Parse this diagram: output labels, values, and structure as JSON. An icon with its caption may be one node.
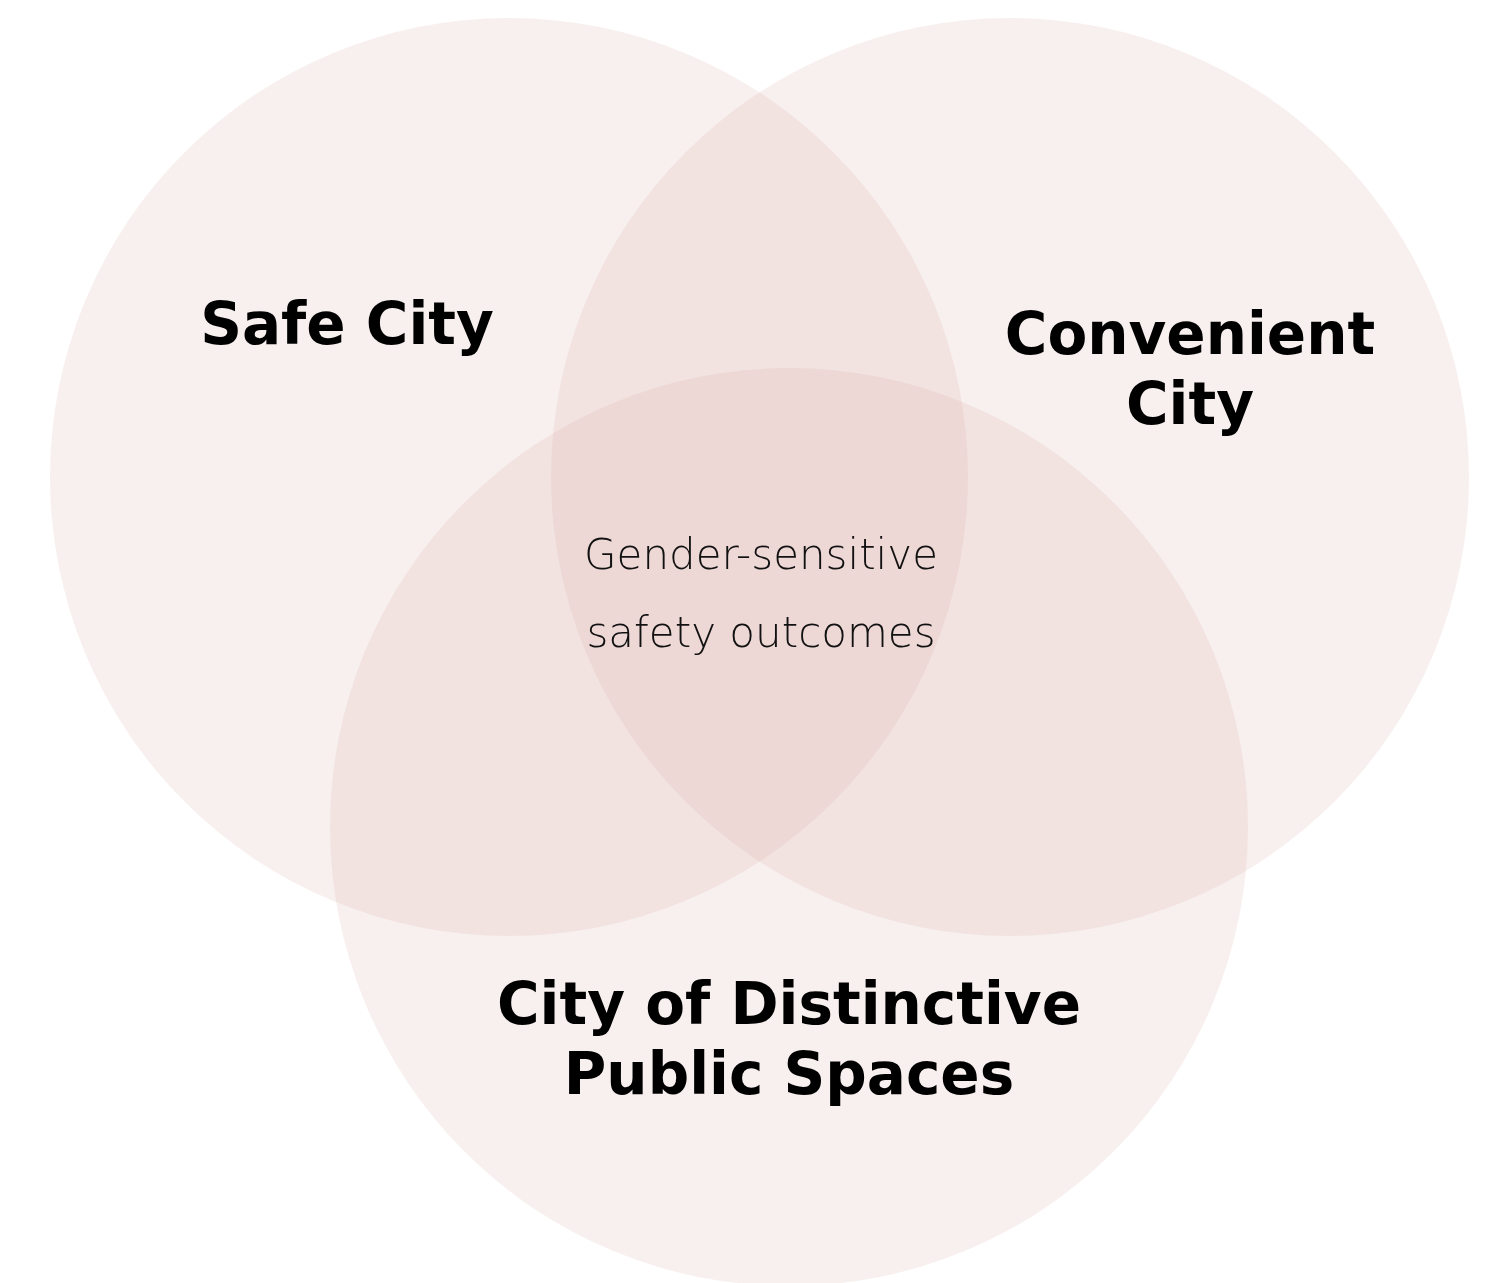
{
  "diagram": {
    "nodes": [
      {
        "text": [
          "Safe City"
        ]
      },
      {
        "text": [
          "Convenient City"
        ]
      },
      {
        "text": [
          "City of Distinctive Public Spaces"
        ]
      }
    ],
    "labels": [
      "Gender-sensitive safety outcomes"
    ]
  }
}
